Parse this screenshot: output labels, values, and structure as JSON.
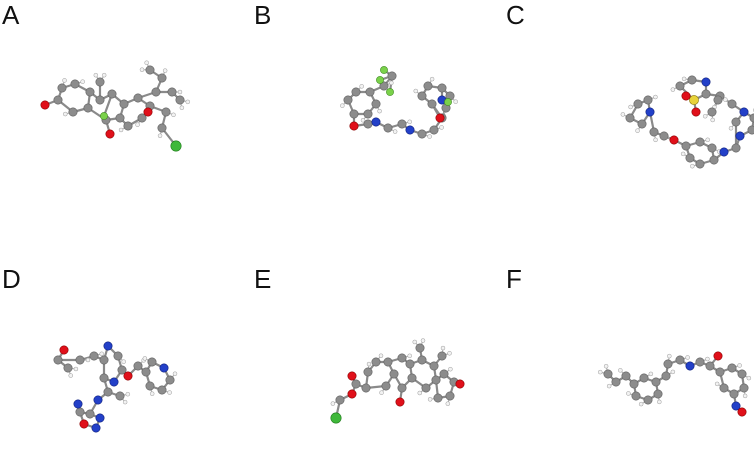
{
  "panels": [
    {
      "label": "A"
    },
    {
      "label": "B"
    },
    {
      "label": "C"
    },
    {
      "label": "D"
    },
    {
      "label": "E"
    },
    {
      "label": "F"
    }
  ],
  "colors": {
    "carbon": "#8c8c8c",
    "hydrogen": "#f2f2f2",
    "oxygen": "#e0101a",
    "nitrogen": "#2340c8",
    "fluorine": "#7ad14a",
    "chlorine": "#3fb83a",
    "sulfur": "#e8d23a"
  }
}
